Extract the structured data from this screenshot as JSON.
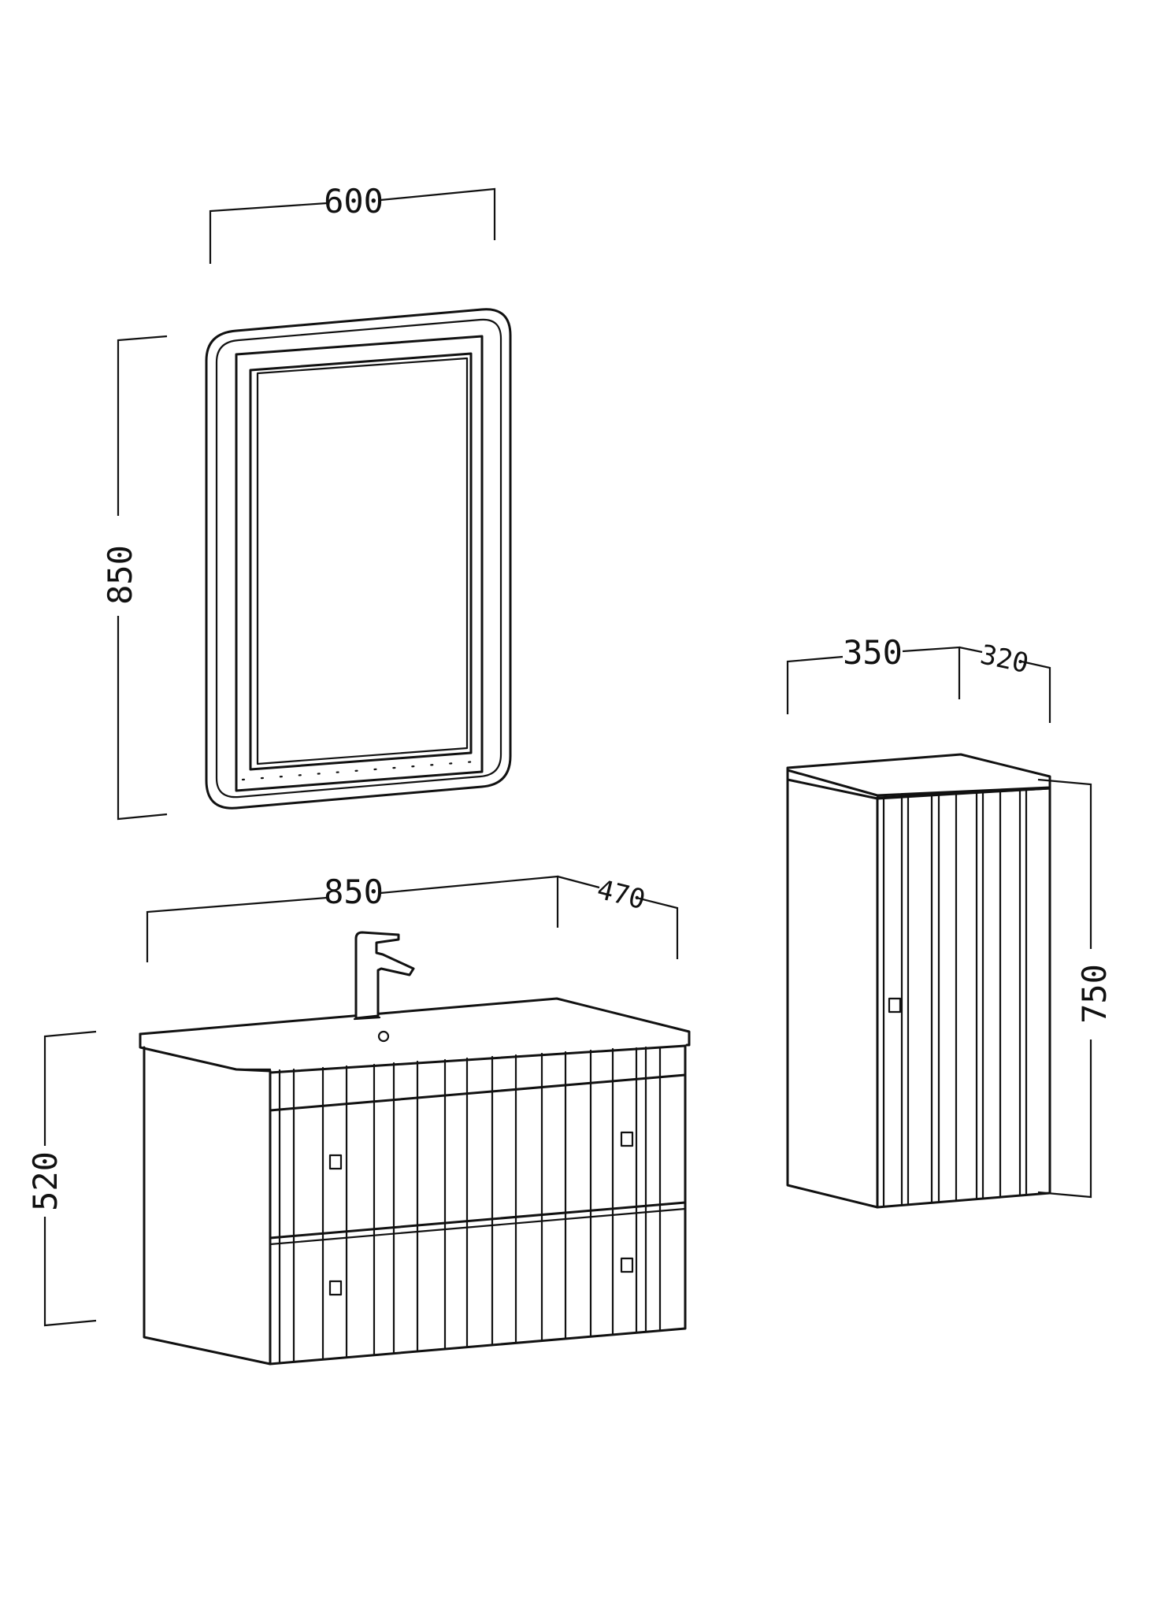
{
  "dimensions": {
    "mirror_width": "600",
    "mirror_height": "850",
    "vanity_width": "850",
    "vanity_depth": "470",
    "vanity_height": "520",
    "cabinet_width": "350",
    "cabinet_depth": "320",
    "cabinet_height": "750"
  }
}
